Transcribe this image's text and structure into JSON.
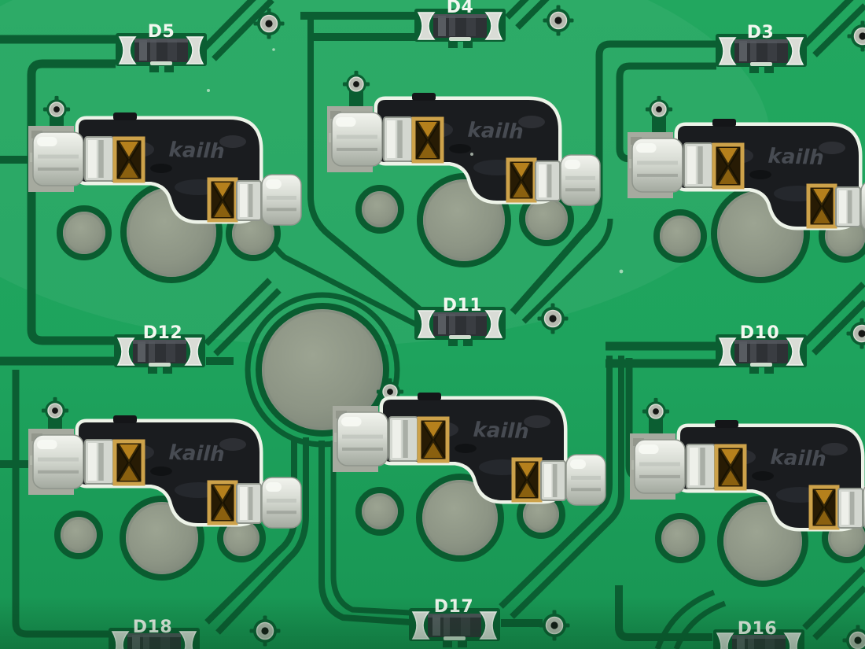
{
  "meta": {
    "subject": "Close-up photograph of a green printed circuit board (keyboard PCB) with Kailh hotswap sockets, SMD diodes, plated vias and switch mounting holes"
  },
  "board": {
    "sockets": {
      "brand": "kailh",
      "count": 6
    },
    "diodes": [
      {
        "label": "D5"
      },
      {
        "label": "D4"
      },
      {
        "label": "D3"
      },
      {
        "label": "D12"
      },
      {
        "label": "D11"
      },
      {
        "label": "D10"
      },
      {
        "label": "D18"
      },
      {
        "label": "D17"
      },
      {
        "label": "D16"
      }
    ],
    "counts": {
      "diodes": 9,
      "hotswap_sockets": 6,
      "vias": 14,
      "holes": 19
    },
    "colors": {
      "mask": "#1ea35d",
      "maskLight": "#2bac66",
      "trace": "#0b5e32",
      "holeFill": "#929a89",
      "holeFillDark": "#7f887b",
      "holeEdge": "#0a5c30",
      "silk": "#edf3e8",
      "socketBody": "#1a1c1f",
      "metal": "#dfe2da",
      "metalMid": "#c2c7bf",
      "metalDark": "#8f958c",
      "padGray": "#a6aa9f",
      "gold": "#cda24a",
      "goldDark": "#271b04",
      "amber": "#bd861d",
      "label": "#f2f7ef",
      "brandText": "#4a4e55",
      "viaRing": "#b6bab0",
      "viaHole": "#151715"
    }
  }
}
